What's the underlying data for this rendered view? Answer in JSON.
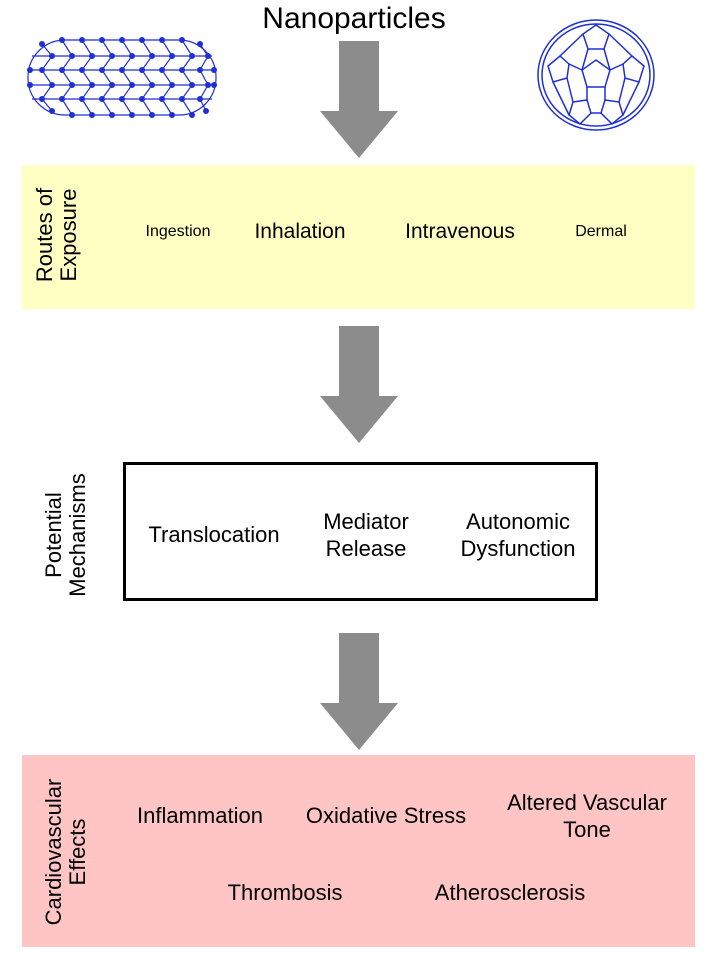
{
  "title": "Nanoparticles",
  "routes": {
    "label": "Routes of Exposure",
    "items": [
      "Ingestion",
      "Inhalation",
      "Intravenous",
      "Dermal"
    ]
  },
  "mechanisms": {
    "label": "Potential Mechanisms",
    "items": [
      "Translocation",
      "Mediator Release",
      "Autonomic Dysfunction"
    ]
  },
  "effects": {
    "label": "Cardiovascular Effects",
    "items": [
      "Inflammation",
      "Oxidative Stress",
      "Altered Vascular Tone",
      "Thrombosis",
      "Atherosclerosis"
    ]
  },
  "colors": {
    "routes_panel": "#ffffc4",
    "effects_panel": "#ffc5c5",
    "arrow": "#8c8c8c",
    "molecule": "#1f2fd6"
  }
}
